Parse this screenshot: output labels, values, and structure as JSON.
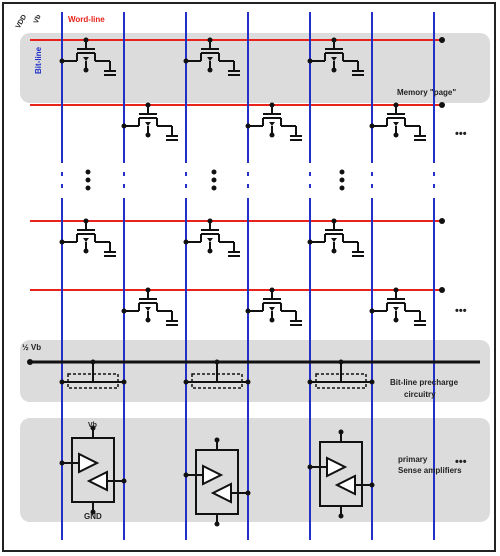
{
  "labels": {
    "vdd": "VDD",
    "vb": "Vb",
    "word_line": "Word-line",
    "bit_line": "Bit-line",
    "memory_page": "Memory \"page\"",
    "precharge_voltage": "½ Vb",
    "bitline_precharge_line1": "Bit-line precharge",
    "bitline_precharge_line2": "circuitry",
    "sense_vdd": "Vb",
    "gnd": "GND",
    "primary_line1": "primary",
    "primary_line2": "Sense amplifiers",
    "ellipsis": "•••"
  },
  "colors": {
    "word_line": "#e8231b",
    "bit_line": "#2230c8",
    "band": "#dcdcdc",
    "ink": "#111111"
  }
}
